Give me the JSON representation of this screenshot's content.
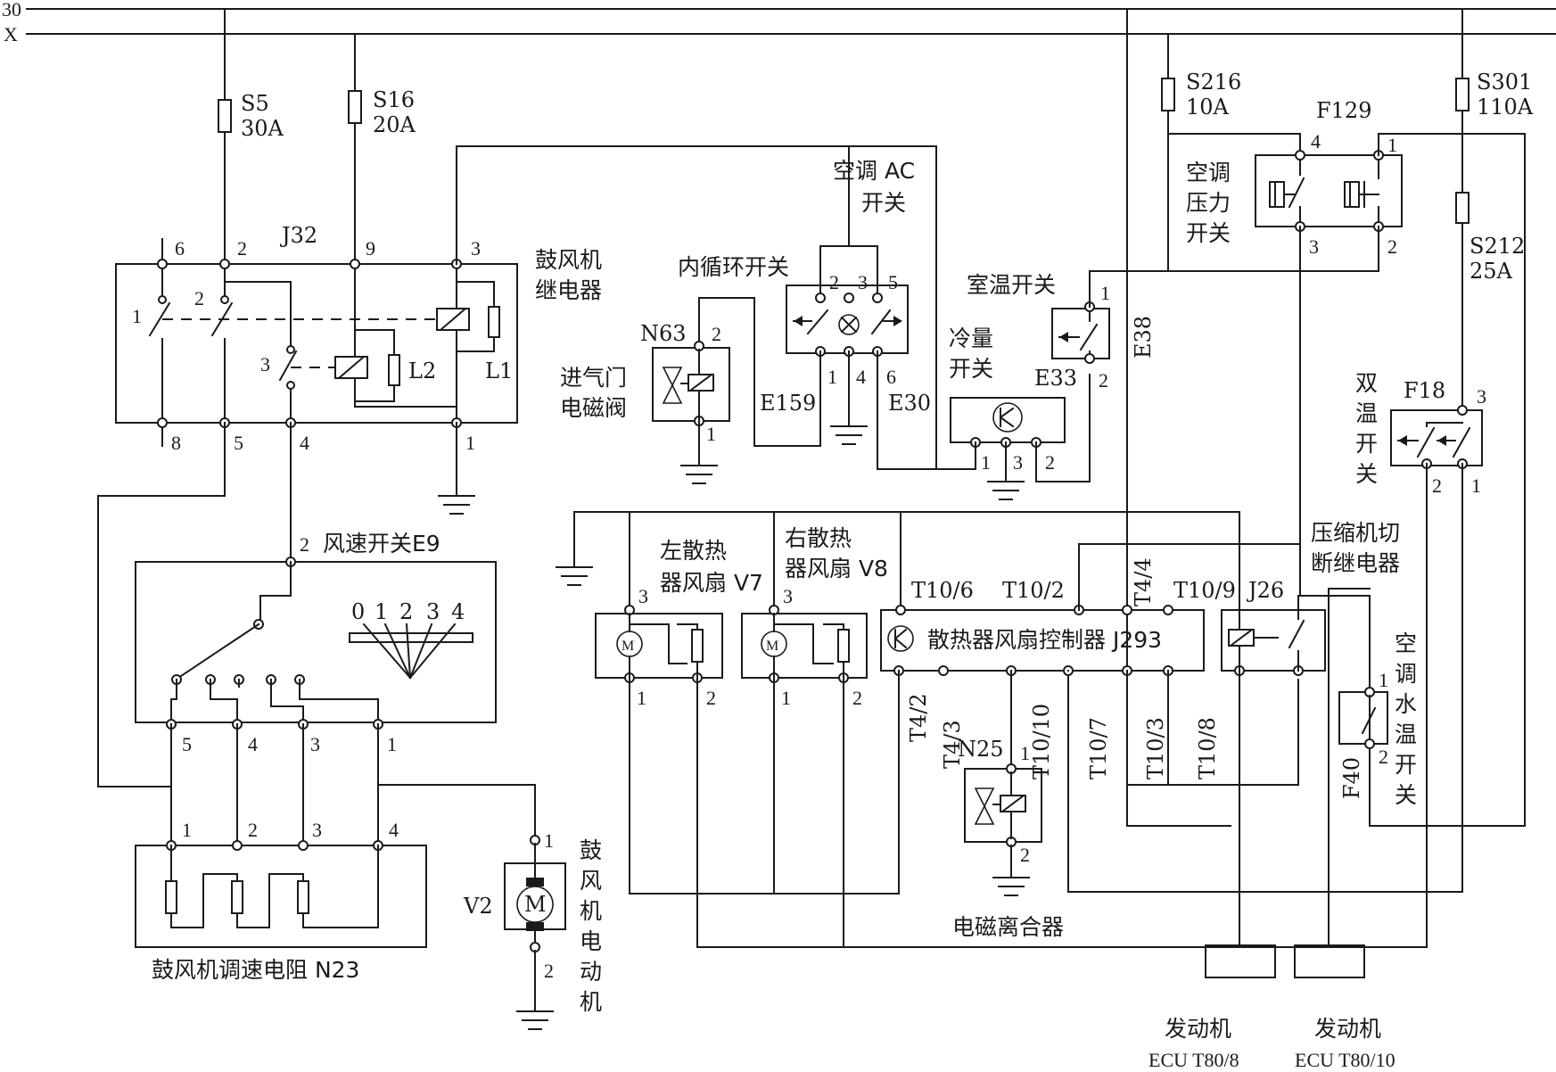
{
  "buses": {
    "b30": "30",
    "bx": "X"
  },
  "fuses": {
    "s5": "S5",
    "s5_a": "30A",
    "s16": "S16",
    "s16_a": "20A",
    "s216": "S216",
    "s216_a": "10A",
    "s301": "S301",
    "s301_a": "110A",
    "s212": "S212",
    "s212_a": "25A"
  },
  "relay_j32": {
    "id": "J32",
    "name_1": "鼓风机",
    "name_2": "继电器",
    "pins": [
      "6",
      "2",
      "9",
      "3",
      "8",
      "5",
      "4",
      "1"
    ],
    "contacts": [
      "1",
      "2",
      "3"
    ],
    "coil_1": "L1",
    "coil_2": "L2"
  },
  "ac_switch": {
    "name_1": "空调 AC",
    "name_2": "开关"
  },
  "recirc_switch": {
    "name": "内循环开关",
    "pins": [
      "2",
      "3",
      "5",
      "1",
      "4",
      "6"
    ],
    "id": "E159",
    "id2": "E30"
  },
  "n63": {
    "id": "N63",
    "name_1": "进气门",
    "name_2": "电磁阀",
    "pins": [
      "2",
      "1"
    ]
  },
  "room_temp": {
    "name": "室温开关",
    "id": "E33",
    "pins": [
      "1",
      "2"
    ]
  },
  "cooling": {
    "name_1": "冷量",
    "name_2": "开关",
    "pins": [
      "1",
      "3",
      "2"
    ]
  },
  "e38": "E38",
  "f129": {
    "id": "F129",
    "name": [
      "空调",
      "压力",
      "开关"
    ],
    "pins": [
      "4",
      "1",
      "3",
      "2"
    ]
  },
  "f18": {
    "id": "F18",
    "name": [
      "双",
      "温",
      "开",
      "关"
    ],
    "pins": [
      "3",
      "2",
      "1"
    ]
  },
  "fan_switch": {
    "title": "风速开关E9",
    "pin": "2",
    "positions": [
      "0",
      "1",
      "2",
      "3",
      "4"
    ],
    "outs": [
      "5",
      "4",
      "3",
      "1"
    ]
  },
  "resistor_n23": {
    "name": "鼓风机调速电阻 N23",
    "pins": [
      "1",
      "2",
      "3",
      "4"
    ]
  },
  "blower_motor": {
    "id": "V2",
    "symbol": "M",
    "name": [
      "鼓",
      "风",
      "机",
      "电",
      "动",
      "机"
    ],
    "pins": [
      "1",
      "2"
    ]
  },
  "left_fan": {
    "name_1": "左散热",
    "name_2": "器风扇 V7",
    "symbol": "M",
    "pins": [
      "3",
      "1",
      "2"
    ]
  },
  "right_fan": {
    "name_1": "右散热",
    "name_2": "器风扇 V8",
    "symbol": "M",
    "pins": [
      "3",
      "1",
      "2"
    ]
  },
  "j293": {
    "name": "散热器风扇控制器 J293",
    "top_pins": [
      "T10/6",
      "T10/2",
      "T4/4",
      "T10/9"
    ],
    "bottom_pins": [
      "T4/2",
      "T4/3",
      "T10/10",
      "T10/7",
      "T10/3",
      "T10/8"
    ]
  },
  "j26": {
    "id": "J26",
    "name_1": "压缩机切",
    "name_2": "断继电器"
  },
  "n25": {
    "id": "N25",
    "pins": [
      "1",
      "2"
    ],
    "name": "电磁离合器"
  },
  "f40": {
    "id": "F40",
    "name": [
      "空",
      "调",
      "水",
      "温",
      "开",
      "关"
    ],
    "pins": [
      "1",
      "2"
    ]
  },
  "ecu": {
    "a_1": "发动机",
    "a_2": "ECU T80/8",
    "b_1": "发动机",
    "b_2": "ECU T80/10"
  }
}
